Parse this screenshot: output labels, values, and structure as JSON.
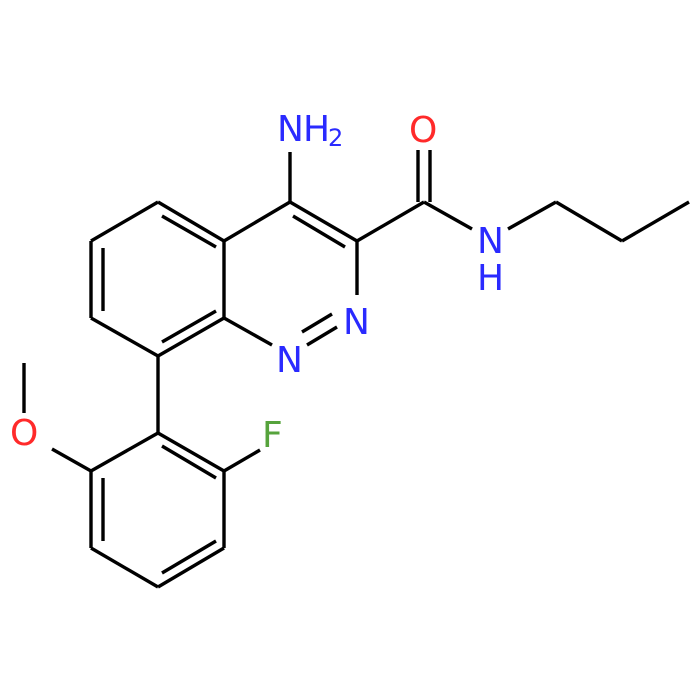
{
  "molecule": {
    "atoms": {
      "amine_n": "N",
      "amine_h2": "H",
      "amine_sub": "2",
      "carbonyl_o": "O",
      "amide_n": "N",
      "amide_h": "H",
      "ring_n1": "N",
      "ring_n2": "N",
      "methoxy_o": "O",
      "fluorine": "F"
    },
    "colors": {
      "bond": "#000000",
      "nitrogen": "#2a2aff",
      "oxygen": "#ff2a2a",
      "fluorine": "#56a33c"
    }
  }
}
